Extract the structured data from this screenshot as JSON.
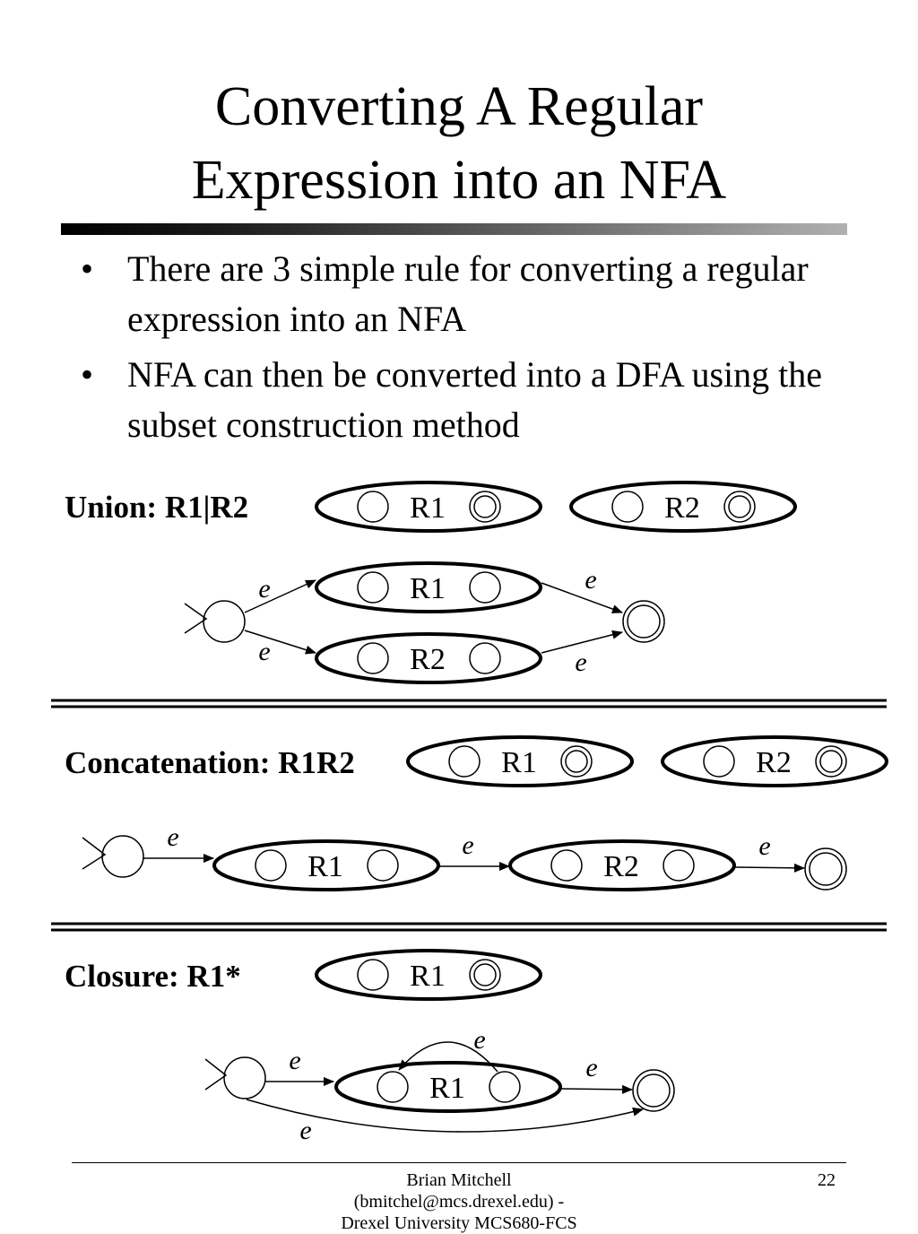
{
  "slide": {
    "title_line1": "Converting A Regular",
    "title_line2": "Expression into an NFA",
    "bullets": [
      "There are 3 simple rule for converting a regular expression into an NFA",
      "NFA can then be converted into a DFA using the subset construction method"
    ],
    "bullet_symbol": "•"
  },
  "sections": {
    "union": {
      "label": "Union: R1|R2"
    },
    "concatenation": {
      "label": "Concatenation: R1R2"
    },
    "closure": {
      "label": "Closure: R1*"
    }
  },
  "diagram": {
    "r1": "R1",
    "r2": "R2",
    "epsilon": "e"
  },
  "footer": {
    "author_line1": "Brian Mitchell",
    "author_line2": "(bmitchel@mcs.drexel.edu) -",
    "author_line3": "Drexel University MCS680-FCS",
    "page_number": "22"
  }
}
